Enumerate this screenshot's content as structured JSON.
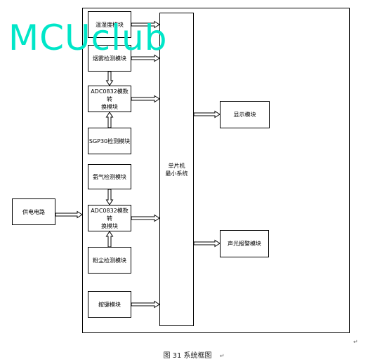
{
  "watermark": "MCUclub",
  "blocks": {
    "temp_humidity": "温湿度模块",
    "smoke": "烟雾检测模块",
    "adc_top": "ADC0832模数转\n换模块",
    "sgp30": "SGP30检测模块",
    "ammonia": "氨气检测模块",
    "power": "供电电路",
    "adc_bottom": "ADC0832模数转\n换模块",
    "dust": "粉尘检测模块",
    "keys": "按键模块",
    "mcu": "单片机\n最小系统",
    "display": "显示模块",
    "alarm": "声光报警模块"
  },
  "caption": "图 31  系统框图",
  "paragraph_marks": [
    "↵",
    "↵"
  ]
}
